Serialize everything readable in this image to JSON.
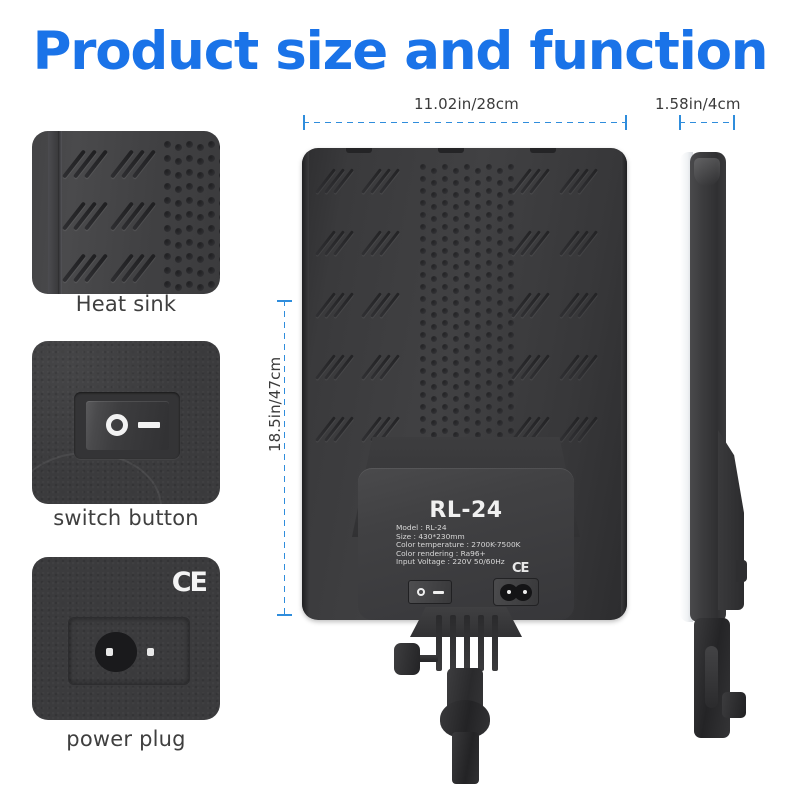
{
  "page": {
    "title": "Product size and function",
    "accent_blue": "#1a73e8",
    "dimension_line_color": "#2f8ddc",
    "background": "#ffffff"
  },
  "dimensions": {
    "width": {
      "label": "11.02in/28cm",
      "value_in": 11.02,
      "value_cm": 28
    },
    "height": {
      "label": "18.5in/47cm",
      "value_in": 18.5,
      "value_cm": 47
    },
    "depth": {
      "label": "1.58in/4cm",
      "value_in": 1.58,
      "value_cm": 4
    }
  },
  "callouts": [
    {
      "label": "Heat sink",
      "icon": "heat-sink-icon"
    },
    {
      "label": "switch button",
      "icon": "rocker-switch-icon"
    },
    {
      "label": "power plug",
      "icon": "c7-socket-icon"
    }
  ],
  "product_label": {
    "model_title": "RL-24",
    "specs": [
      "Model : RL-24",
      "Size : 430*230mm",
      "Color temperature : 2700K-7500K",
      "Color rendering : Ra96+",
      "Input Voltage : 220V 50/60Hz"
    ],
    "certification": "CE",
    "switch_symbols": {
      "off": "O",
      "on": "–"
    }
  },
  "views": {
    "back": "back-view",
    "side": "side-view"
  }
}
